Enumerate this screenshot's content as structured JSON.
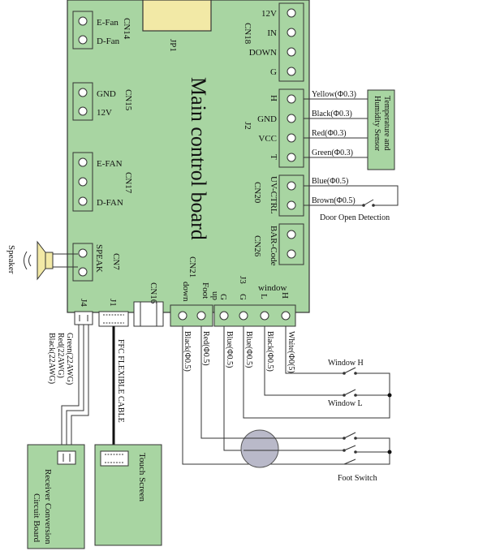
{
  "board": {
    "title": "Main control board",
    "jp1": "JP1",
    "cn14": {
      "name": "CN14",
      "pins": [
        "E-Fan",
        "D-Fan"
      ]
    },
    "cn15": {
      "name": "CN15",
      "pins": [
        "GND",
        "12V"
      ]
    },
    "cn17": {
      "name": "CN17",
      "pins": [
        "E-FAN",
        "",
        "D-FAN"
      ]
    },
    "cn7": {
      "name": "CN7",
      "label": "SPEAK"
    },
    "cn18": {
      "name": "CN18",
      "pins": [
        "12V",
        "IN",
        "DOWN",
        "G"
      ]
    },
    "j2": {
      "name": "J2",
      "pins": [
        "H",
        "GND",
        "VCC",
        "T"
      ]
    },
    "cn20": {
      "name": "CN20",
      "label": "UV-CTRL"
    },
    "cn26": {
      "name": "CN26",
      "label": "BAR-Code"
    },
    "cn21": {
      "name": "CN21",
      "down": "down",
      "foot": "Foot",
      "up": "up"
    },
    "j3": {
      "name": "J3",
      "window": "window",
      "pins": [
        "G",
        "G",
        "L",
        "H"
      ]
    },
    "cn16": "CN16",
    "j1": "J1",
    "j4": "J4"
  },
  "wires": {
    "j2": [
      "Yellow(Φ0.3)",
      "Black(Φ0.3)",
      "Red(Φ0.3)",
      "Green(Φ0.3)"
    ],
    "cn20": [
      "Blue(Φ0.5)",
      "Brown(Φ0.5)"
    ],
    "bottom": [
      "Black(Φ0.5)",
      "Red(Φ0.5)",
      "Blue(Φ0.5)",
      "Blue(Φ0.5)",
      "Black(Φ0.5)",
      "White(Φ0(5)"
    ],
    "j4": [
      "Green(22AWG)",
      "Red(22AWG)",
      "Black(22AWG)"
    ],
    "ffc": "FFC FLEXIBLE CABLE"
  },
  "external": {
    "sensor": [
      "Temperature and",
      "Humidity Sensor"
    ],
    "door": "Door Open Detection",
    "window_h": "Window H",
    "window_l": "Window L",
    "foot_switch": "Foot Switch",
    "speaker": "Speaker",
    "touch_screen": "Touch Screen",
    "receiver": [
      "Receiver Conversion",
      "Circuit Board"
    ]
  },
  "colors": {
    "board_fill": "#a8d5a2",
    "connector_fill": "#a8d5a2",
    "foot_switch_fill": "#b9b9c9"
  }
}
